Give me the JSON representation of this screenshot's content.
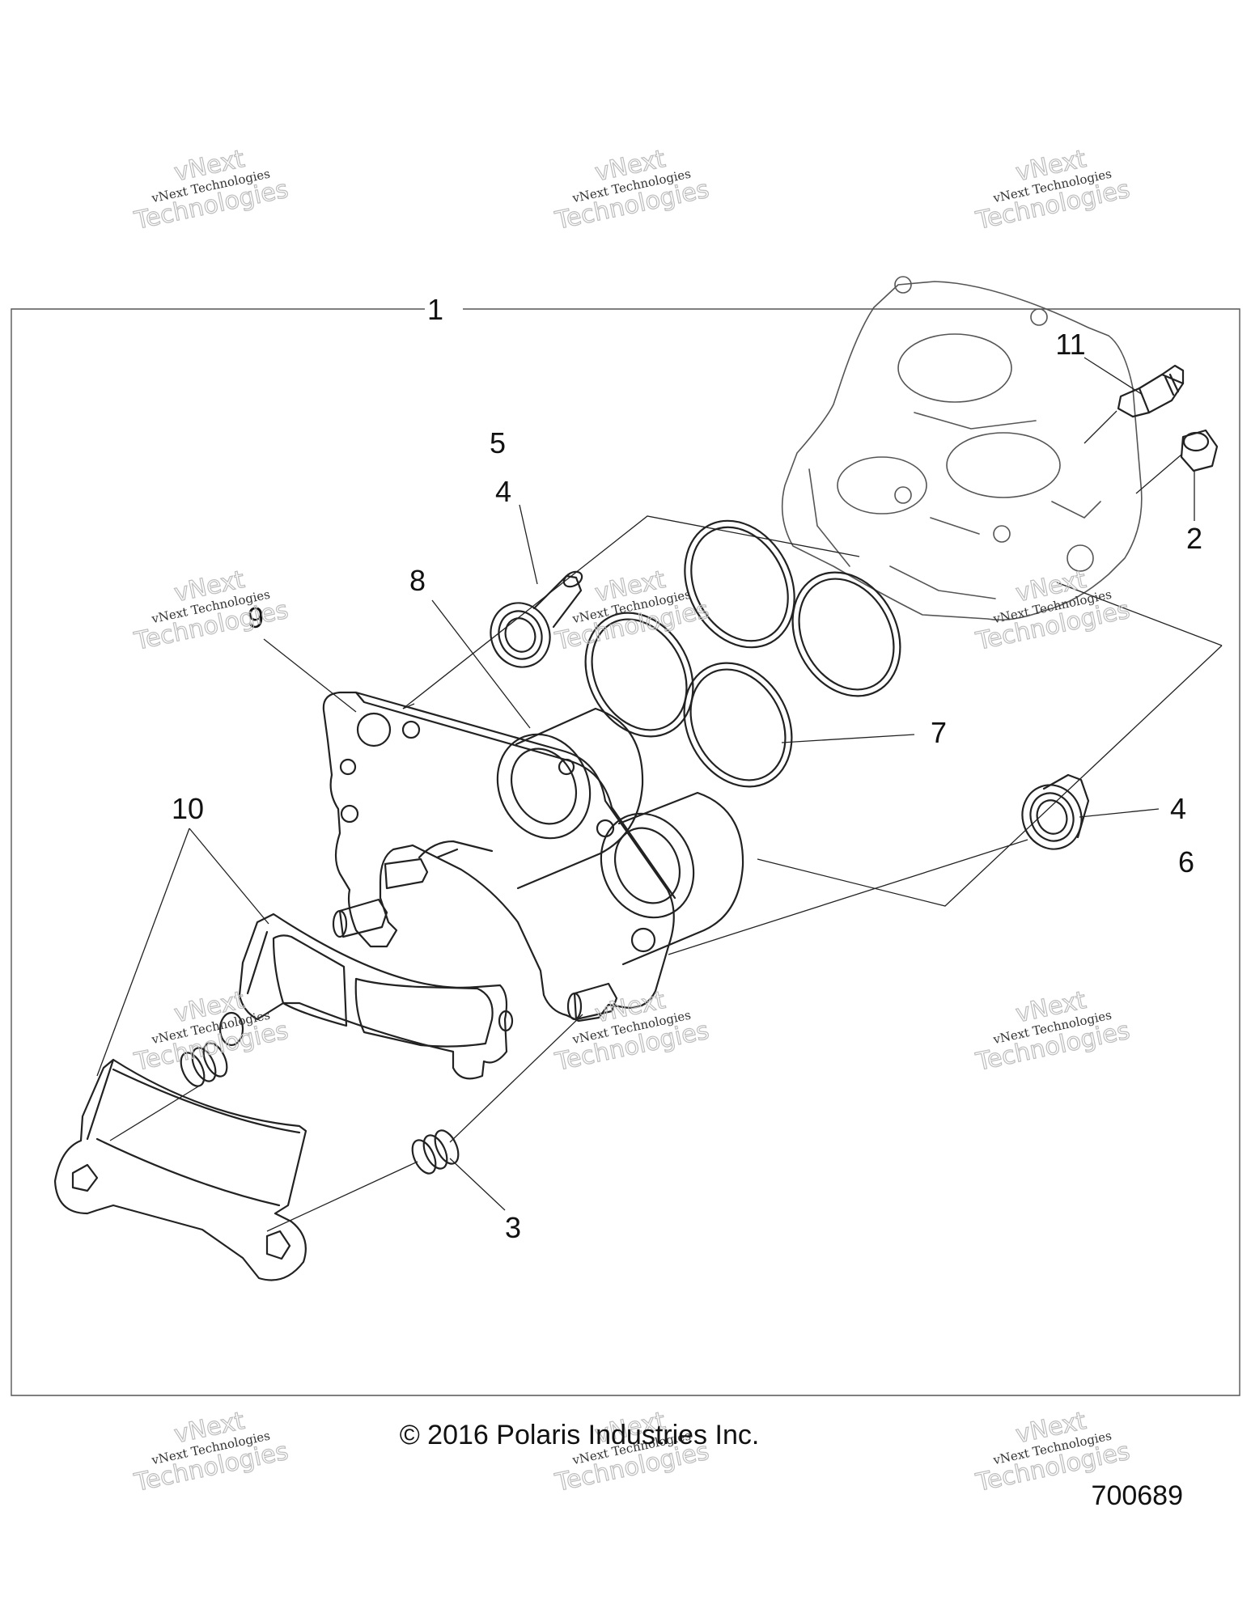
{
  "callouts": {
    "c1": "1",
    "c2": "2",
    "c3": "3",
    "c4a": "4",
    "c4b": "4",
    "c5": "5",
    "c6": "6",
    "c7": "7",
    "c8": "8",
    "c9": "9",
    "c10": "10",
    "c11": "11"
  },
  "footer": {
    "copyright": "© 2016 Polaris Industries Inc.",
    "diagram_number": "700689"
  },
  "watermark": {
    "line1": "vNext Technologies",
    "line2": "vNext",
    "line3": "Technologies"
  }
}
